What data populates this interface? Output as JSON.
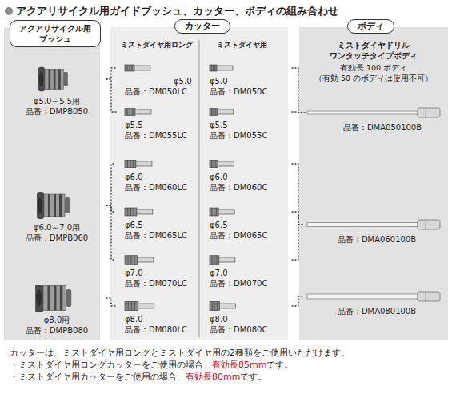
{
  "diagram": {
    "title": "アクアリサイクル用ガイドブッシュ、カッター、ボディの組み合わせ",
    "nodes": [
      {
        "text": [
          "アクアリサイクル用 ブッシュ"
        ]
      },
      {
        "text": [
          "φ5.0～5.5用",
          "品番：DMPB050"
        ],
        "in": 0
      },
      {
        "text": [
          "φ6.0～7.0用",
          "品番：DMPB060"
        ],
        "in": 0
      },
      {
        "text": [
          "φ8.0用",
          "品番：DMPB080"
        ],
        "in": 0
      },
      {
        "text": [
          "カッター",
          "ミストダイヤ用ロング",
          "ミストダイヤ用"
        ]
      },
      {
        "text": [
          "φ5.0",
          "品番：DM050LC"
        ],
        "in": 4
      },
      {
        "text": [
          "φ5.0",
          "品番：DM050C"
        ],
        "in": 4
      },
      {
        "text": [
          "φ5.5",
          "品番：DM055LC"
        ],
        "in": 4
      },
      {
        "text": [
          "φ5.5",
          "品番：DM055C"
        ],
        "in": 4
      },
      {
        "text": [
          "φ6.0",
          "品番：DM060LC"
        ],
        "in": 4
      },
      {
        "text": [
          "φ6.0",
          "品番：DM060C"
        ],
        "in": 4
      },
      {
        "text": [
          "φ6.5",
          "品番：DM065LC"
        ],
        "in": 4
      },
      {
        "text": [
          "φ6.5",
          "品番：DM065C"
        ],
        "in": 4
      },
      {
        "text": [
          "φ7.0",
          "品番：DM070LC"
        ],
        "in": 4
      },
      {
        "text": [
          "φ7.0",
          "品番：DM070C"
        ],
        "in": 4
      },
      {
        "text": [
          "φ8.0",
          "品番：DM080LC"
        ],
        "in": 4
      },
      {
        "text": [
          "φ8.0",
          "品番：DM080C"
        ],
        "in": 4
      },
      {
        "text": [
          "ボディ",
          "ミストダイヤドリル",
          "ワンタッチタイプボディ",
          "有効長 100 ボディ",
          "（有効 50 のボディは使用不可）"
        ]
      },
      {
        "text": [
          "品番：DMA050100B"
        ],
        "in": 17
      },
      {
        "text": [
          "品番：DMA060100B"
        ],
        "in": 17
      },
      {
        "text": [
          "品番：DMA080100B"
        ],
        "in": 17
      }
    ],
    "edges": [
      {
        "from": 1,
        "to": 5,
        "arrow": "none"
      },
      {
        "from": 1,
        "to": 7,
        "arrow": "none"
      },
      {
        "from": 2,
        "to": 9,
        "arrow": "none"
      },
      {
        "from": 2,
        "to": 11,
        "arrow": "none"
      },
      {
        "from": 2,
        "to": 13,
        "arrow": "none"
      },
      {
        "from": 3,
        "to": 15,
        "arrow": "none"
      },
      {
        "from": 6,
        "to": 18,
        "arrow": "none"
      },
      {
        "from": 8,
        "to": 18,
        "arrow": "none"
      },
      {
        "from": 10,
        "to": 19,
        "arrow": "none"
      },
      {
        "from": 12,
        "to": 19,
        "arrow": "none"
      },
      {
        "from": 14,
        "to": 19,
        "arrow": "none"
      },
      {
        "from": 16,
        "to": 20,
        "arrow": "none"
      }
    ],
    "labels": [
      "カッターは、ミストダイヤ用ロングとミストダイヤ用の2種類をご使用いただけます。",
      "・ミストダイヤ用ロングカッターをご使用の場合、",
      "有効長85mm",
      "です。",
      "・ミストダイヤ用カッターをご使用の場合、",
      "有効長80mm",
      "です。"
    ]
  }
}
